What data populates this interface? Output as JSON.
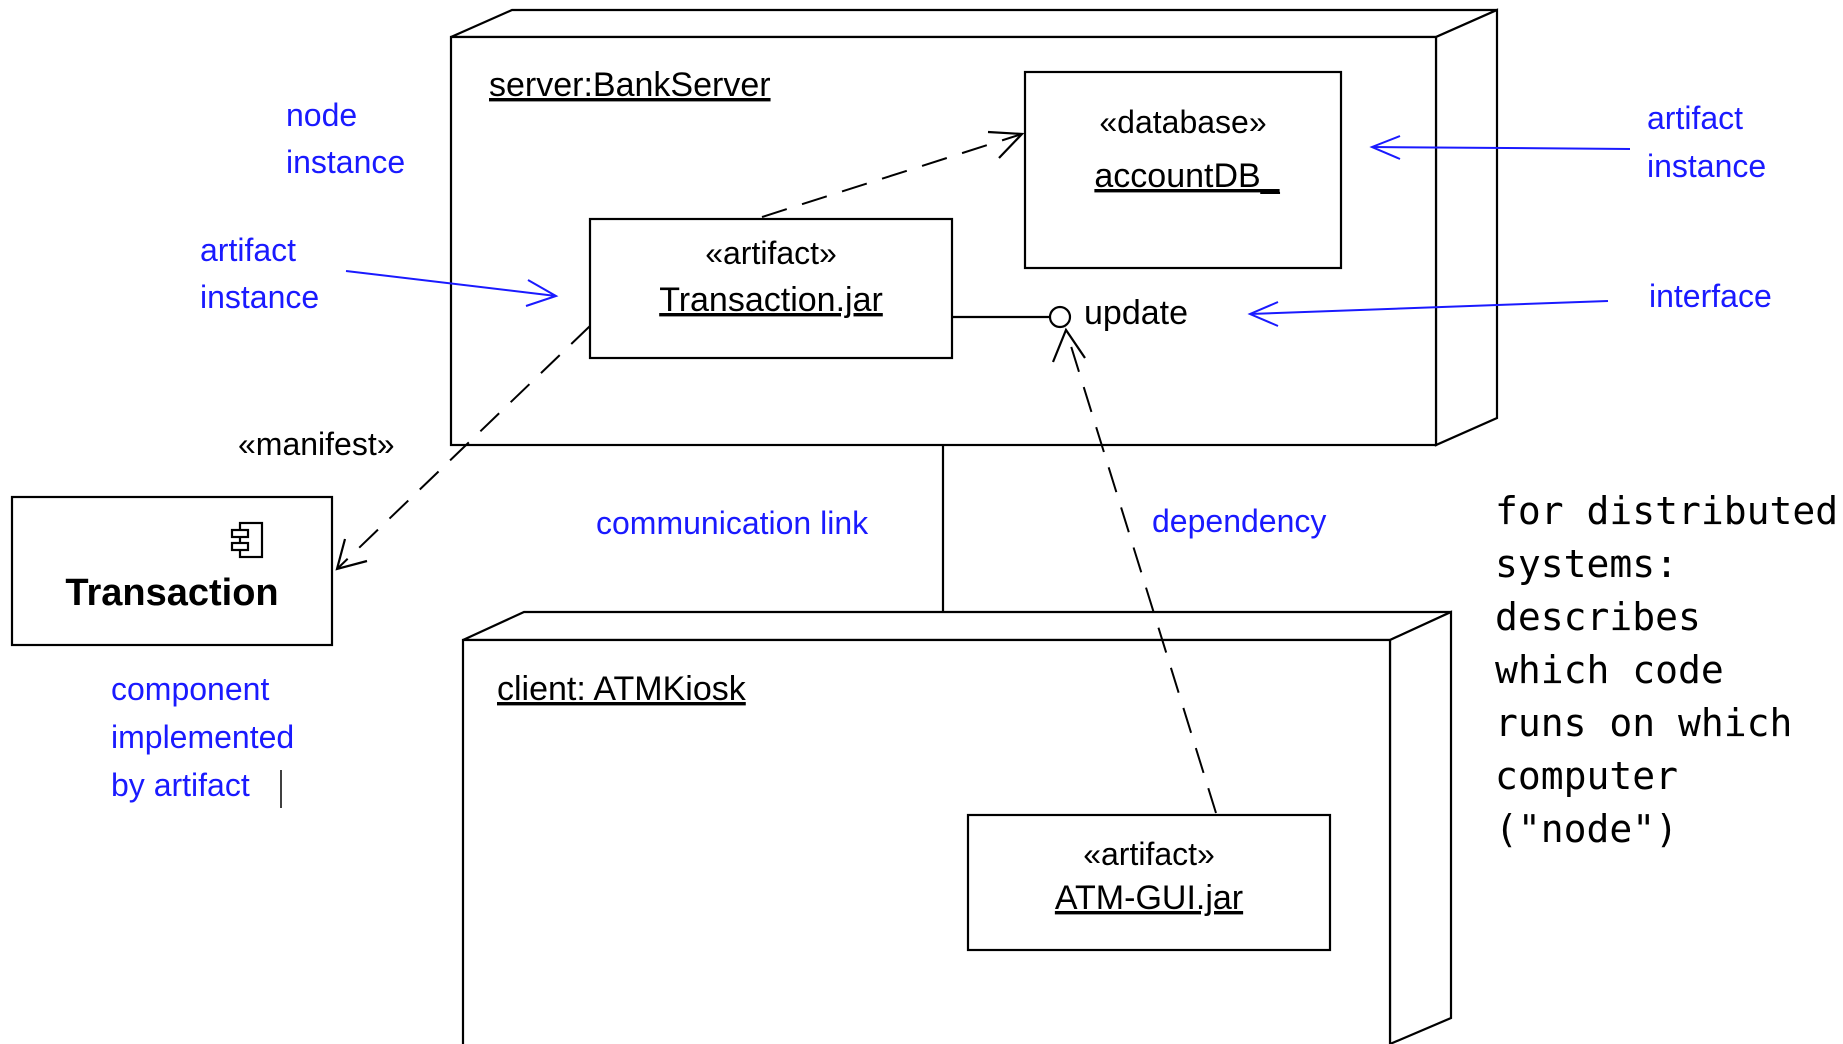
{
  "colors": {
    "annotation": "#1a1aff",
    "lines": "#000000",
    "background": "#ffffff"
  },
  "server_node": {
    "name": "server:BankServer"
  },
  "client_node": {
    "name": "client: ATMKiosk"
  },
  "artifacts": {
    "account_db": {
      "stereotype": "«database»",
      "name": "accountDB_"
    },
    "transaction_jar": {
      "stereotype": "«artifact»",
      "name": "Transaction.jar"
    },
    "atm_gui_jar": {
      "stereotype": "«artifact»",
      "name": "ATM-GUI.jar"
    }
  },
  "component": {
    "name": "Transaction",
    "icon": "component-icon"
  },
  "interface": {
    "name": "update"
  },
  "manifest_label": "«manifest»",
  "annotations": {
    "node_instance": [
      "node",
      "instance"
    ],
    "artifact_instance_left": [
      "artifact",
      "instance"
    ],
    "artifact_instance_right": [
      "artifact",
      "instance"
    ],
    "interface": "interface",
    "communication_link": "communication link",
    "dependency": "dependency",
    "component_implemented": [
      "component",
      "implemented",
      "by artifact"
    ]
  },
  "side_note": [
    "for distributed",
    "systems:",
    "describes",
    "which code",
    "runs on which",
    "computer",
    "(\"node\")"
  ]
}
